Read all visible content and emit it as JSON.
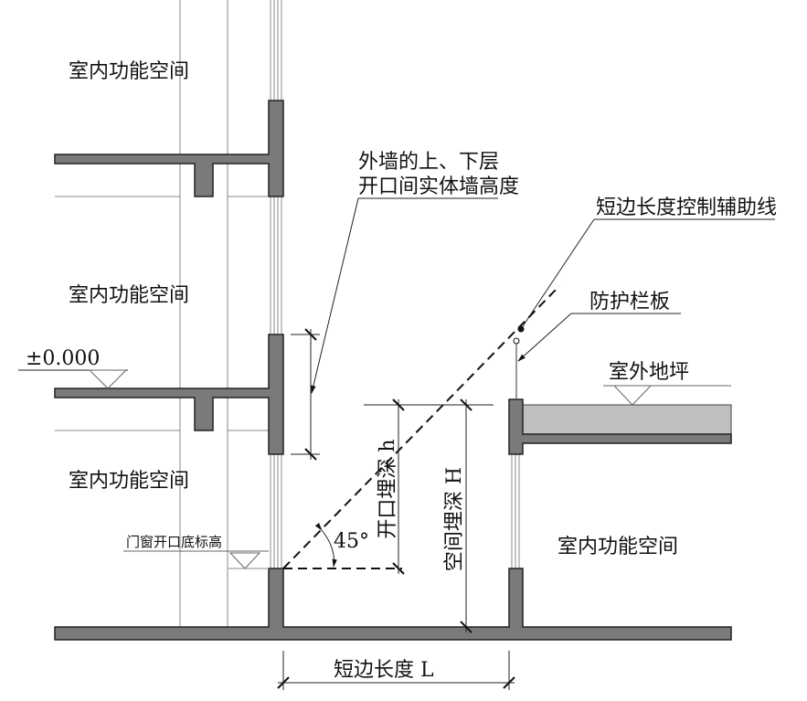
{
  "labels": {
    "indoor_space": "室内功能空间",
    "wall_height_line1": "外墙的上、下层",
    "wall_height_line2": "开口间实体墙高度",
    "aux_line": "短边长度控制辅助线",
    "guard_panel": "防护栏板",
    "elevation_zero": "±0.000",
    "outdoor_ground": "室外地坪",
    "opening_bottom": "门窗开口底标高",
    "angle": "45°",
    "opening_depth": "开口埋深 h",
    "space_depth": "空间埋深 H",
    "short_side": "短边长度 L"
  },
  "colors": {
    "wall": "#7a7a7a",
    "soil": "#c0c0c0"
  }
}
